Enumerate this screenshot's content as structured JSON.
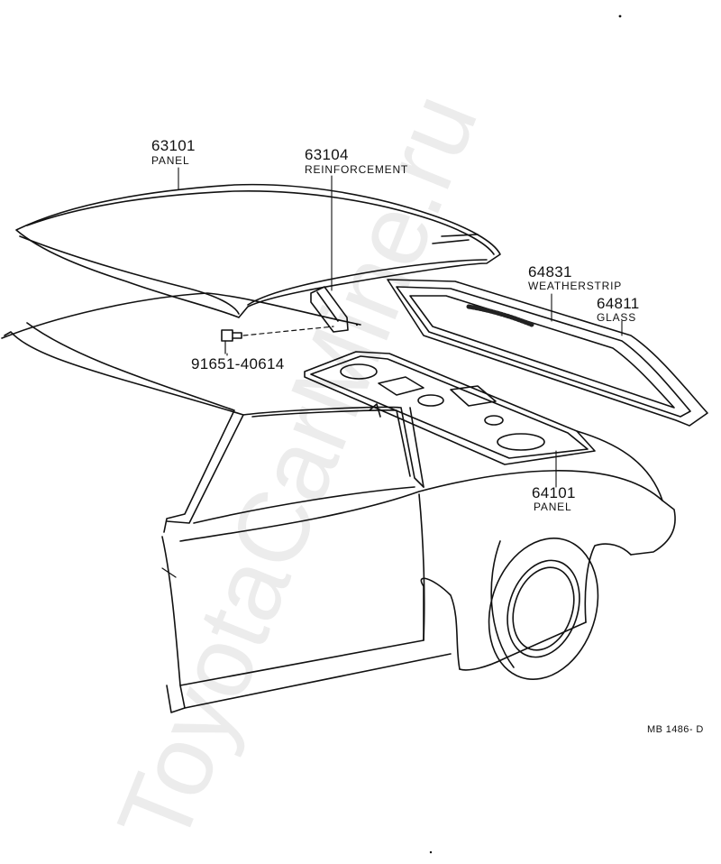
{
  "watermark": "ToyotaCarMine.ru",
  "diagram_code": "MB 1486- D",
  "parts": [
    {
      "number": "63101",
      "name": "PANEL"
    },
    {
      "number": "63104",
      "name": "REINFORCEMENT"
    },
    {
      "number": "91651-40614"
    },
    {
      "number": "64831",
      "name": "WEATHERSTRIP"
    },
    {
      "number": "64811",
      "name": "GLASS"
    },
    {
      "number": "64101",
      "name": "PANEL"
    }
  ]
}
